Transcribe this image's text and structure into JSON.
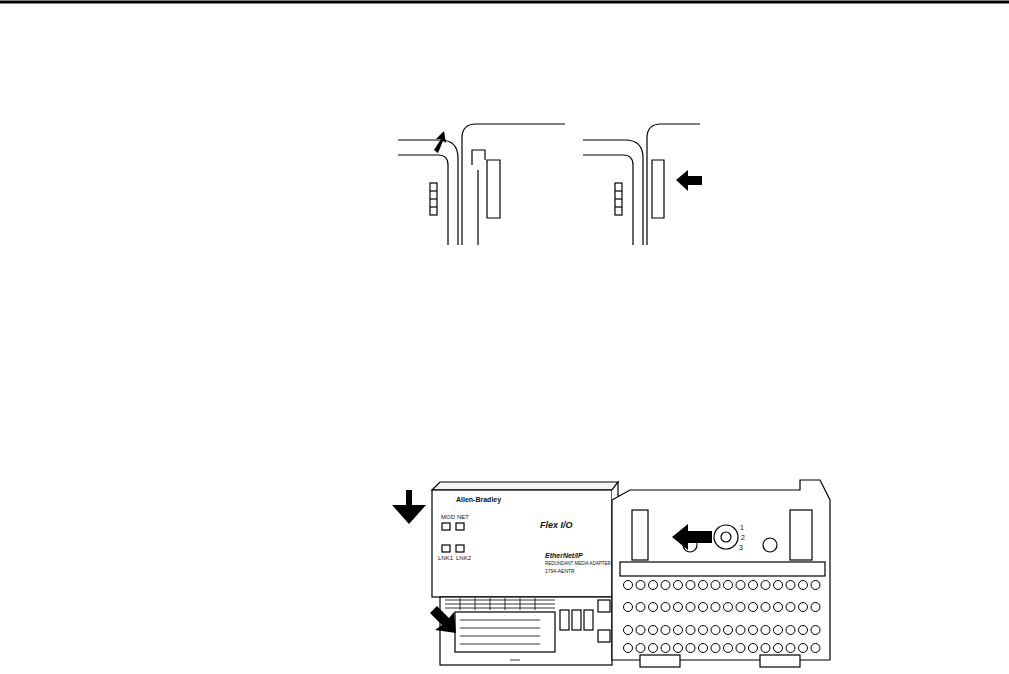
{
  "diagram": {
    "labels": [
      "Allen-Bradley",
      "MOD",
      "NET",
      "LNK1",
      "LNK2",
      "Flex I/O",
      "EtherNet/IP",
      "REDUNDANT MEDIA ADAPTER",
      "1794-AENTR",
      "1",
      "2",
      "3"
    ]
  }
}
